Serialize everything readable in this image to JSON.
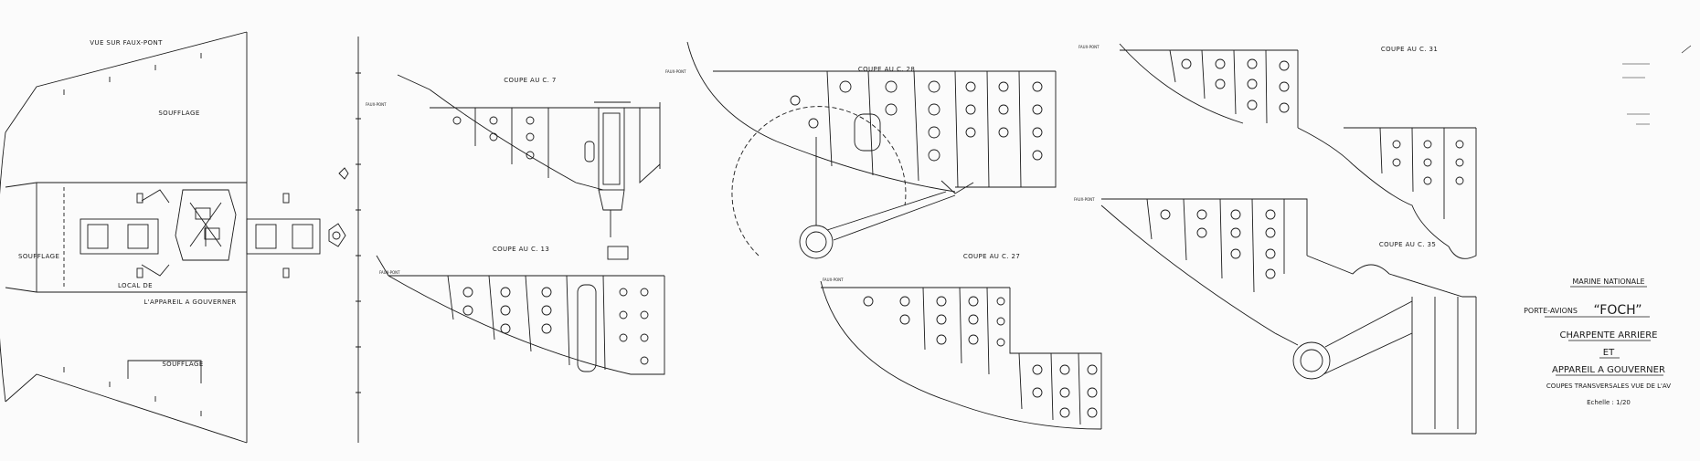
{
  "plan_view": {
    "title": "VUE SUR FAUX-PONT",
    "label_top": "SOUFFLAGE",
    "label_left": "SOUFFLAGE",
    "label_local": "LOCAL DE",
    "label_appareil": "L'APPAREIL A GOUVERNER",
    "label_bottom": "SOUFFLAGE"
  },
  "sections": [
    {
      "id": "c7",
      "title": "COUPE AU C. 7",
      "deck_label": "FAUX-PONT"
    },
    {
      "id": "c13",
      "title": "COUPE AU C. 13",
      "deck_label": "FAUX-PONT"
    },
    {
      "id": "c28",
      "title": "COUPE AU C. 28",
      "deck_label": "FAUX-PONT"
    },
    {
      "id": "c27",
      "title": "COUPE AU C. 27",
      "deck_label": "FAUX-PONT"
    },
    {
      "id": "c31",
      "title": "COUPE AU C. 31",
      "deck_label": "FAUX-PONT"
    },
    {
      "id": "c35",
      "title": "COUPE AU C. 35",
      "deck_label": "FAUX-PONT"
    }
  ],
  "title_block": {
    "authority": "MARINE NATIONALE",
    "ship_prefix": "PORTE-AVIONS",
    "ship_name": "“FOCH”",
    "line1": "CHARPENTE ARRIERE",
    "line2": "ET",
    "line3": "APPAREIL A GOUVERNER",
    "subtitle": "COUPES TRANSVERSALES VUE DE L'AV",
    "scale": "Echelle : 1/20"
  },
  "colors": {
    "ink": "#1a1a1a",
    "paper": "#fbfbfb"
  }
}
